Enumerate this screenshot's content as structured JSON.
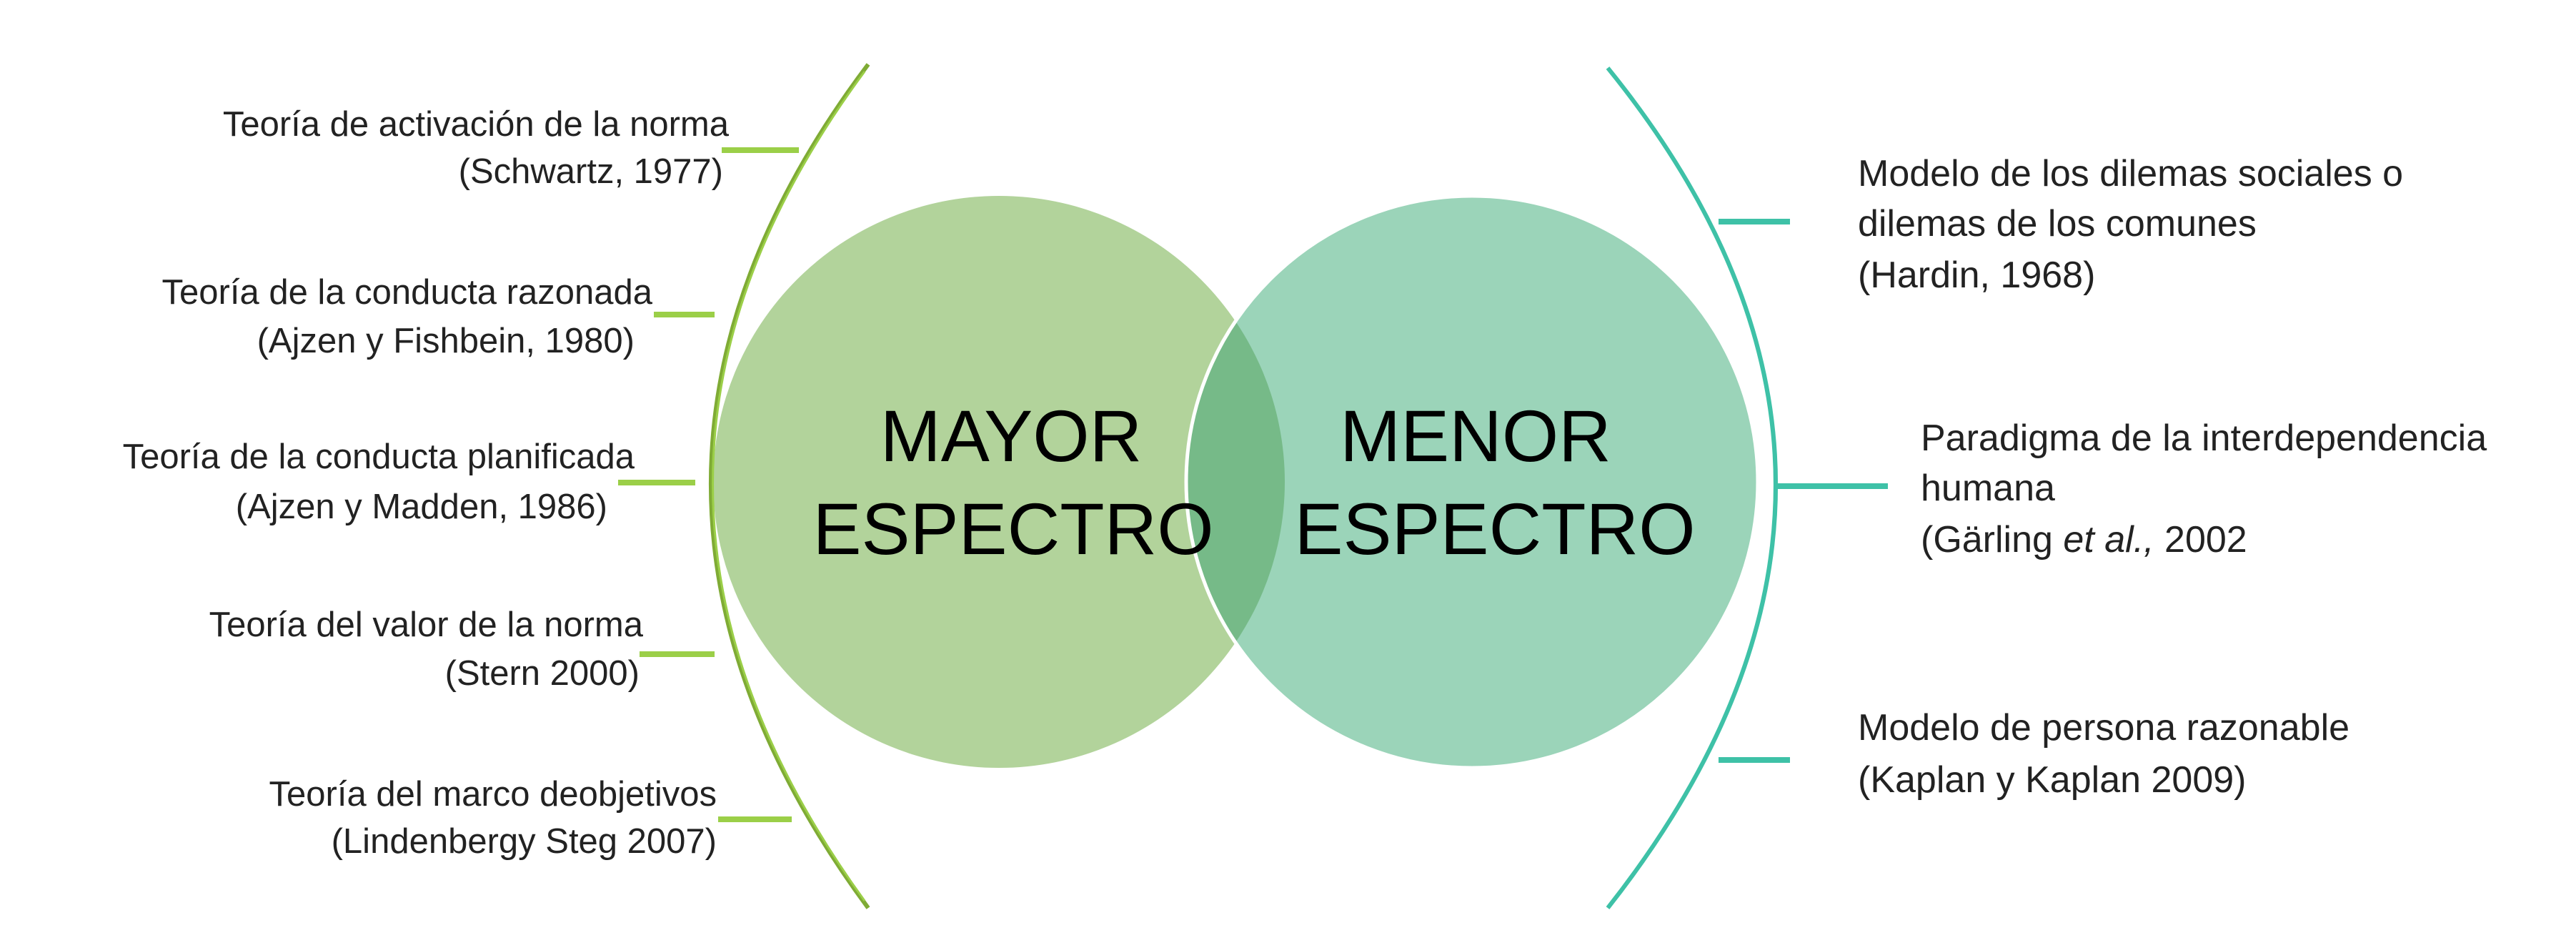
{
  "colors": {
    "left_circle": "#b2d39b",
    "right_circle": "#9bd4b9",
    "overlap": "#76ba88",
    "left_bracket": "#7fab35",
    "left_tick": "#9bcf48",
    "right_bracket": "#3ec1a7"
  },
  "circles": {
    "left_label_line1": "MAYOR",
    "left_label_line2": "ESPECTRO",
    "right_label_line1": "MENOR",
    "right_label_line2": "ESPECTRO"
  },
  "left_items": [
    {
      "title": "Teoría de activación de la norma",
      "citation": "(Schwartz, 1977)"
    },
    {
      "title": "Teoría de la conducta razonada",
      "citation": "(Ajzen y Fishbein, 1980)"
    },
    {
      "title": "Teoría de la conducta planificada",
      "citation": "(Ajzen y Madden, 1986)"
    },
    {
      "title": "Teoría del valor de la norma",
      "citation": "(Stern 2000)"
    },
    {
      "title": "Teoría del marco deobjetivos",
      "citation": "(Lindenbergy Steg 2007)"
    }
  ],
  "right_items": [
    {
      "line1": "Modelo de los dilemas sociales o",
      "line2": "dilemas de los comunes",
      "line3": "(Hardin, 1968)"
    },
    {
      "line1": "Paradigma de la interdependencia",
      "line2": "humana",
      "line3_prefix": "(Gärling ",
      "line3_italic": "et al.,",
      "line3_suffix": " 2002"
    },
    {
      "line1": "Modelo de persona  razonable",
      "line2": "(Kaplan y Kaplan 2009)"
    }
  ]
}
